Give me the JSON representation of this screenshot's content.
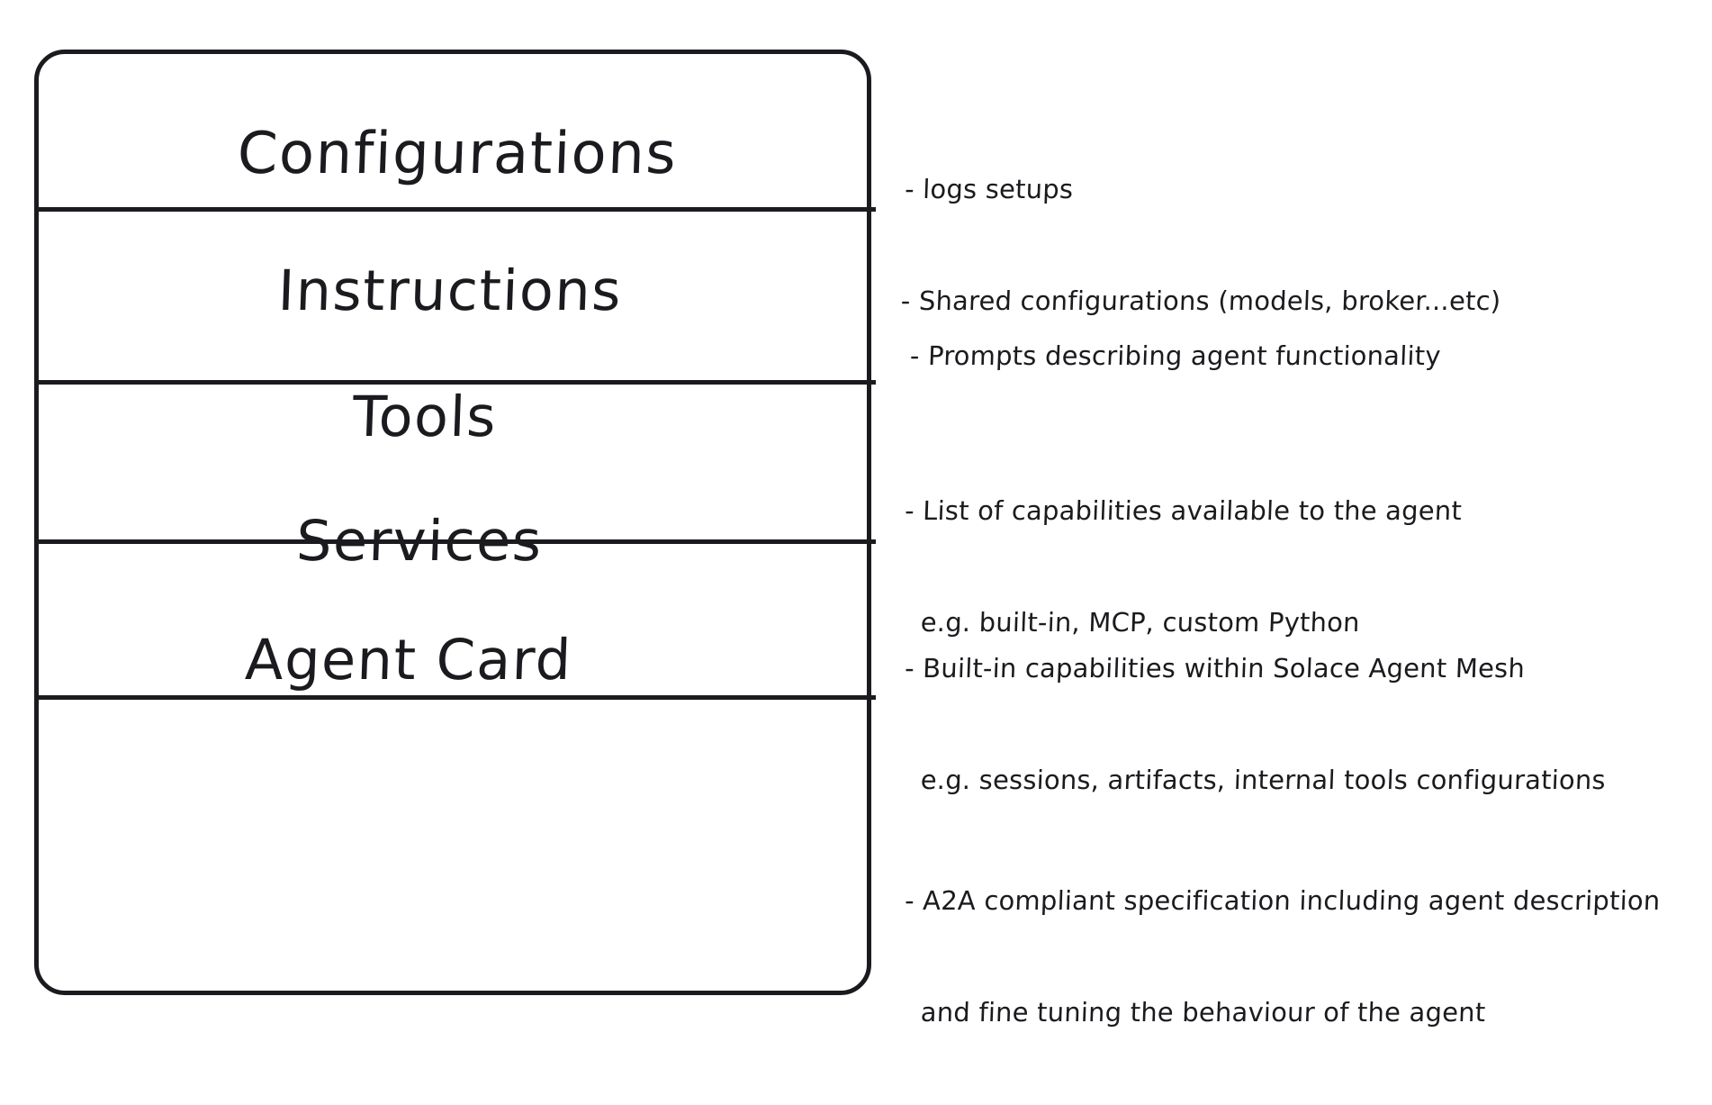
{
  "diagram": {
    "title": "Agent anatomy stack",
    "style": "hand-drawn whiteboard sketch",
    "stroke_color": "#1b1b1f",
    "background_color": "#ffffff",
    "sections": [
      {
        "id": "configurations",
        "label": "Configurations",
        "notes": [
          "- logs setups",
          "- Shared configurations (models, broker...etc)"
        ]
      },
      {
        "id": "instructions",
        "label": "Instructions",
        "notes": [
          "- Prompts describing agent functionality"
        ]
      },
      {
        "id": "tools",
        "label": "Tools",
        "notes": [
          "- List of capabilities available to the agent",
          "e.g. built-in, MCP, custom Python"
        ]
      },
      {
        "id": "services",
        "label": "Services",
        "notes": [
          "- Built-in capabilities within Solace Agent Mesh",
          "e.g. sessions, artifacts, internal tools configurations"
        ]
      },
      {
        "id": "agent_card",
        "label": "Agent Card",
        "notes": [
          "- A2A compliant specification including agent description",
          "and fine tuning the behaviour of the agent"
        ]
      }
    ]
  }
}
